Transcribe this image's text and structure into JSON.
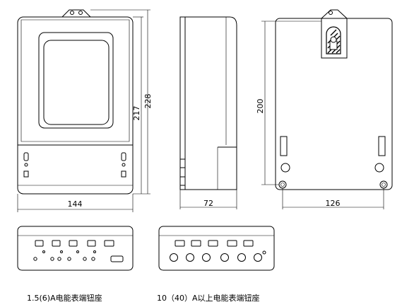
{
  "front_view": {
    "height_inner": "217",
    "height_outer": "228",
    "width": "144"
  },
  "side_view": {
    "depth": "72"
  },
  "back_view": {
    "mount_height": "200",
    "mount_width": "126"
  },
  "captions": {
    "left_terminal_block": "1.5(6)A电能表端钮座",
    "right_terminal_block": "10（40）A以上电能表端钮座"
  }
}
